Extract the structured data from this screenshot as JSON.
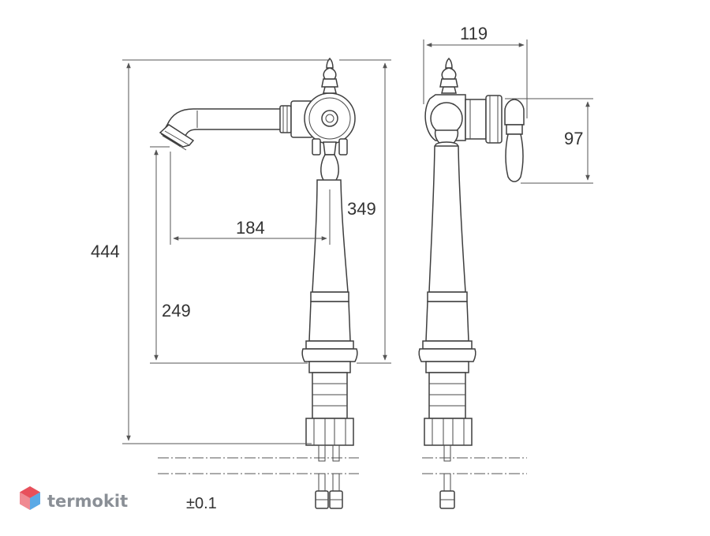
{
  "dimensions": {
    "total_height": "444",
    "spout_height": "249",
    "spout_reach": "184",
    "body_height": "349",
    "depth": "119",
    "handle_height": "97"
  },
  "tolerance": "±0.1",
  "brand": {
    "name": "termokit",
    "logo_colors": [
      "#e8505b",
      "#5aa9e6",
      "#c9cdd3"
    ]
  }
}
